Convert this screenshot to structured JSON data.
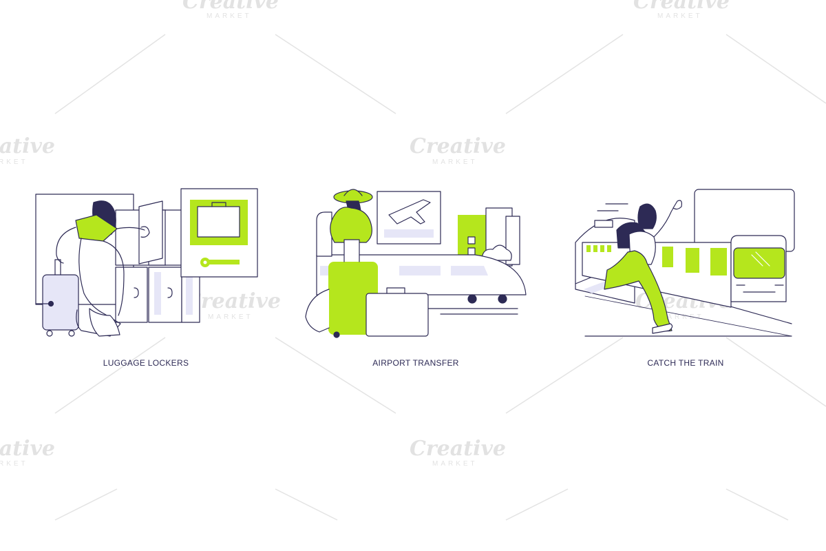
{
  "captions": {
    "left": "LUGGAGE LOCKERS",
    "middle": "AIRPORT TRANSFER",
    "right": "CATCH THE TRAIN"
  },
  "watermark": {
    "brand": "Creative",
    "sub": "MARKET"
  },
  "colors": {
    "accent": "#b5e61d",
    "outline": "#2d2a55",
    "tint": "#e6e6f7",
    "watermark": "#d9d9d9"
  },
  "icons": [
    "suitcase-icon",
    "key-icon",
    "airplane-icon"
  ]
}
